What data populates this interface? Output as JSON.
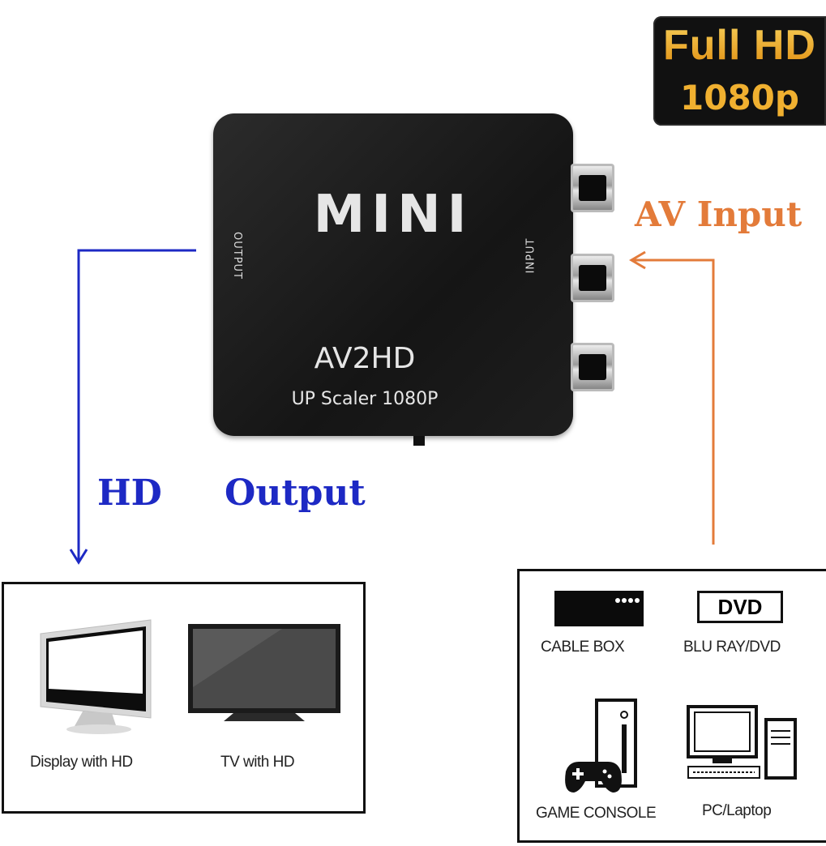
{
  "badge": {
    "title": "Full HD",
    "subtitle": "1080p"
  },
  "device": {
    "brand": "MINI",
    "model": "AV2HD",
    "tagline": "UP Scaler 1080P",
    "output_port_label": "OUTPUT",
    "input_port_label": "INPUT"
  },
  "labels": {
    "hd": "HD",
    "output": "Output",
    "av_input": "AV Input"
  },
  "output_devices": [
    {
      "caption": "Display with HD",
      "icon": "monitor-icon"
    },
    {
      "caption": "TV with HD",
      "icon": "tv-icon"
    }
  ],
  "input_devices": [
    {
      "caption": "CABLE BOX",
      "icon": "cable-box-icon"
    },
    {
      "caption": "BLU RAY/DVD",
      "icon": "dvd-player-icon",
      "icon_text": "DVD"
    },
    {
      "caption": "GAME CONSOLE",
      "icon": "game-console-icon"
    },
    {
      "caption": "PC/Laptop",
      "icon": "desktop-pc-icon"
    }
  ],
  "colors": {
    "output_arrow": "#1d29c4",
    "input_arrow": "#e37b3a",
    "badge_gold": "#f0b030"
  }
}
